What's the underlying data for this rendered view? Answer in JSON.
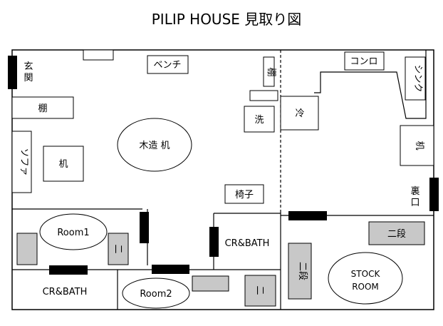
{
  "title": "PILIP HOUSE 見取り図",
  "labels": {
    "entrance": "玄関",
    "bench": "ベンチ",
    "shelf_left": "棚",
    "shelf_right": "棚",
    "sofa": "ソファ",
    "desk_left": "机",
    "wooden_desk": "木造 机",
    "wash": "洗",
    "chair": "椅子",
    "fridge": "冷",
    "stove": "コンロ",
    "sink": "シンク",
    "desk_right": "机",
    "back_door": "裏口",
    "room1": "Room1",
    "room1_bunk": "二",
    "cr_bath_left": "CR&BATH",
    "cr_bath_right": "CR&BATH",
    "room2": "Room2",
    "room2_bunk": "二",
    "two_tier_top": "二段",
    "two_tier_side": "二段",
    "stock_room": "STOCK ROOM"
  },
  "colors": {
    "wall": "#000000",
    "door": "#000000",
    "bed_fill": "#c8c8c8",
    "furniture_fill": "#ffffff"
  }
}
